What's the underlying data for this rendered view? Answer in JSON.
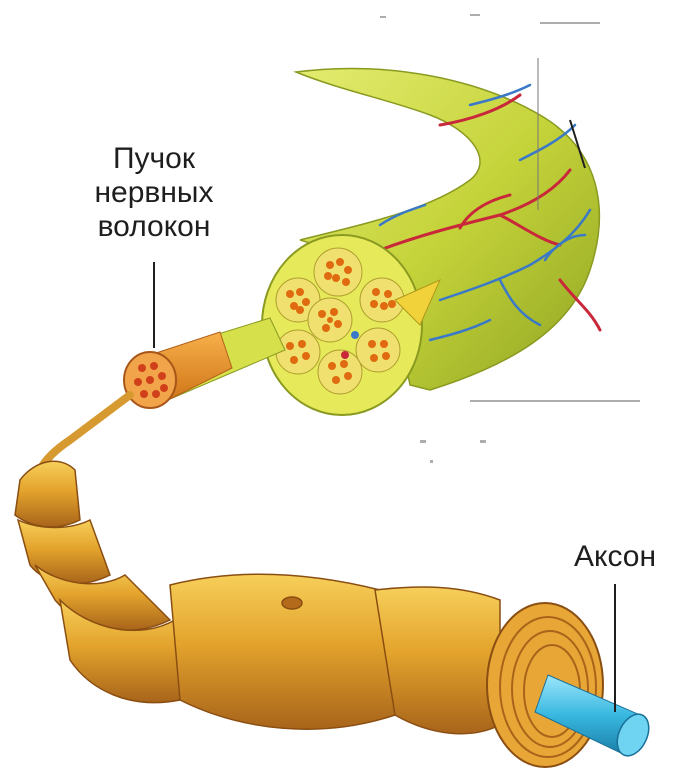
{
  "labels": {
    "bundle_line1": "Пучок",
    "bundle_line2": "нервных",
    "bundle_line3": "волокон",
    "axon": "Аксон"
  },
  "colors": {
    "epineurium": "#c9d63a",
    "fascicle": "#f0e070",
    "axon_dots": "#e06a10",
    "myelin": "#e3a32c",
    "myelin_dark": "#b8731a",
    "axon": "#38b8e0",
    "artery": "#c8283a",
    "vein": "#3a78c8"
  }
}
